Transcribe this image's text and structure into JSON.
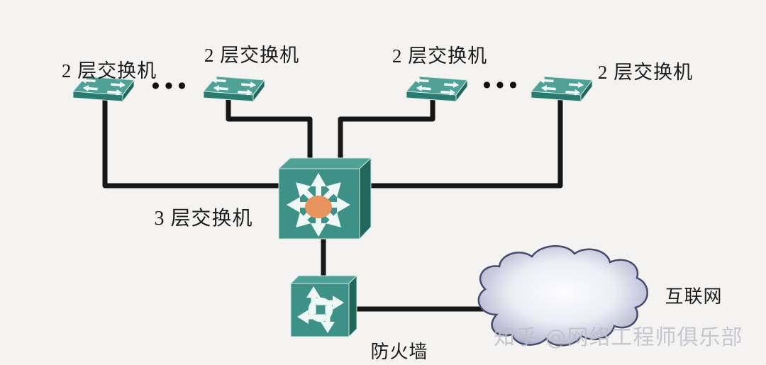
{
  "diagram": {
    "nodes": [
      {
        "id": "l2-switch-1",
        "type": "layer2-switch",
        "label": "2 层交换机"
      },
      {
        "id": "l2-switch-2",
        "type": "layer2-switch",
        "label": "2 层交换机"
      },
      {
        "id": "l2-switch-3",
        "type": "layer2-switch",
        "label": "2 层交换机"
      },
      {
        "id": "l2-switch-4",
        "type": "layer2-switch",
        "label": "2 层交换机"
      },
      {
        "id": "l3-switch",
        "type": "layer3-switch",
        "label": "3 层交换机"
      },
      {
        "id": "firewall",
        "type": "firewall",
        "label": "防火墙"
      },
      {
        "id": "internet",
        "type": "internet-cloud",
        "label": "互联网"
      }
    ],
    "edges": [
      {
        "from": "l2-switch-1",
        "to": "l3-switch"
      },
      {
        "from": "l2-switch-2",
        "to": "l3-switch"
      },
      {
        "from": "l2-switch-3",
        "to": "l3-switch"
      },
      {
        "from": "l2-switch-4",
        "to": "l3-switch"
      },
      {
        "from": "l3-switch",
        "to": "firewall"
      },
      {
        "from": "firewall",
        "to": "internet"
      }
    ],
    "ellipsis": "●●●"
  },
  "watermark": {
    "text": "知乎 @网络工程师俱乐部"
  },
  "colors": {
    "background": "#f4f3f2",
    "line_black": "#161616",
    "teal_top": "#4fa095",
    "teal_face": "#3e9186",
    "teal_dark": "#2b7a6f",
    "teal_darker": "#226659",
    "teal_light": "#cfe8e2",
    "arrow_white": "#eef8f5",
    "orange": "#e8945f",
    "cloud_center": "#fcfcfe",
    "cloud_mid": "#eceef5",
    "cloud_edge": "#9598ba",
    "cloud_outline": "#474b6e",
    "label_color": "#1c1c1c",
    "watermark_color": "#bfc1c9"
  }
}
